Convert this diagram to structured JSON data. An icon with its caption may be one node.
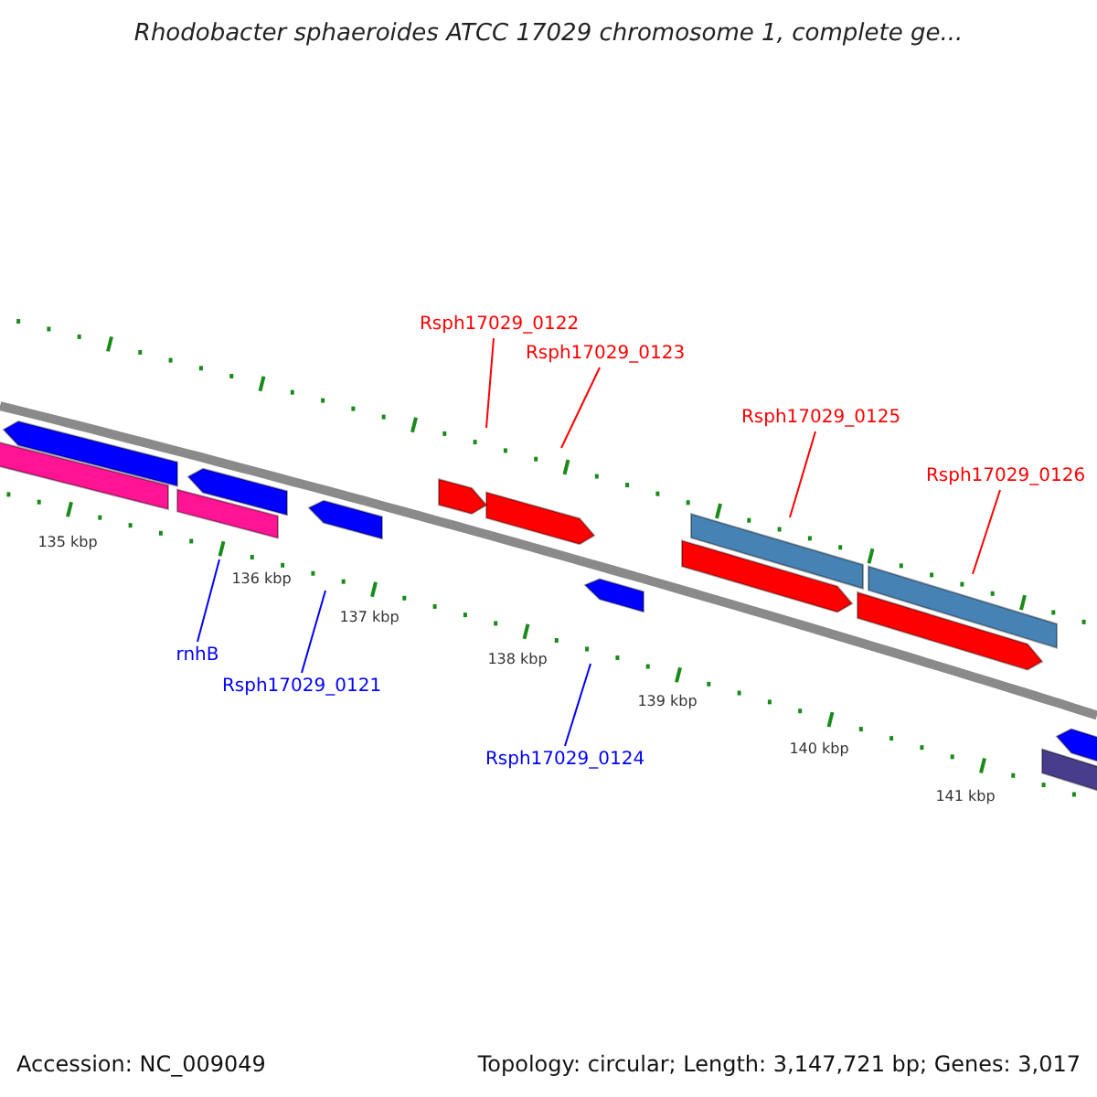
{
  "diagram": {
    "title": "Rhodobacter sphaeroides ATCC 17029 chromosome 1, complete ge...",
    "nodes": [
      {
        "text": [
          "Rsph17029_0122"
        ]
      },
      {
        "text": [
          "Rsph17029_0123"
        ]
      },
      {
        "text": [
          "Rsph17029_0125"
        ]
      },
      {
        "text": [
          "Rsph17029_0126"
        ]
      },
      {
        "text": [
          "rnhB"
        ]
      },
      {
        "text": [
          "Rsph17029_0121"
        ]
      },
      {
        "text": [
          "Rsph17029_0124"
        ]
      }
    ],
    "edges": [
      {
        "from": 0,
        "to": null,
        "arrow": "none"
      },
      {
        "from": 1,
        "to": null,
        "arrow": "none"
      },
      {
        "from": 2,
        "to": null,
        "arrow": "none"
      },
      {
        "from": 3,
        "to": null,
        "arrow": "none"
      },
      {
        "from": 4,
        "to": null,
        "arrow": "none",
        "color": "#0000ff"
      },
      {
        "from": 5,
        "to": null,
        "arrow": "none",
        "color": "#0000ff"
      },
      {
        "from": 6,
        "to": null,
        "arrow": "none",
        "color": "#0000ff"
      }
    ],
    "labels": [
      "135 kbp",
      "136 kbp",
      "137 kbp",
      "138 kbp",
      "139 kbp",
      "140 kbp",
      "141 kbp",
      "Accession: NC_009049",
      "Topology: circular; Length: 3,147,721 bp; Genes: 3,017"
    ]
  }
}
